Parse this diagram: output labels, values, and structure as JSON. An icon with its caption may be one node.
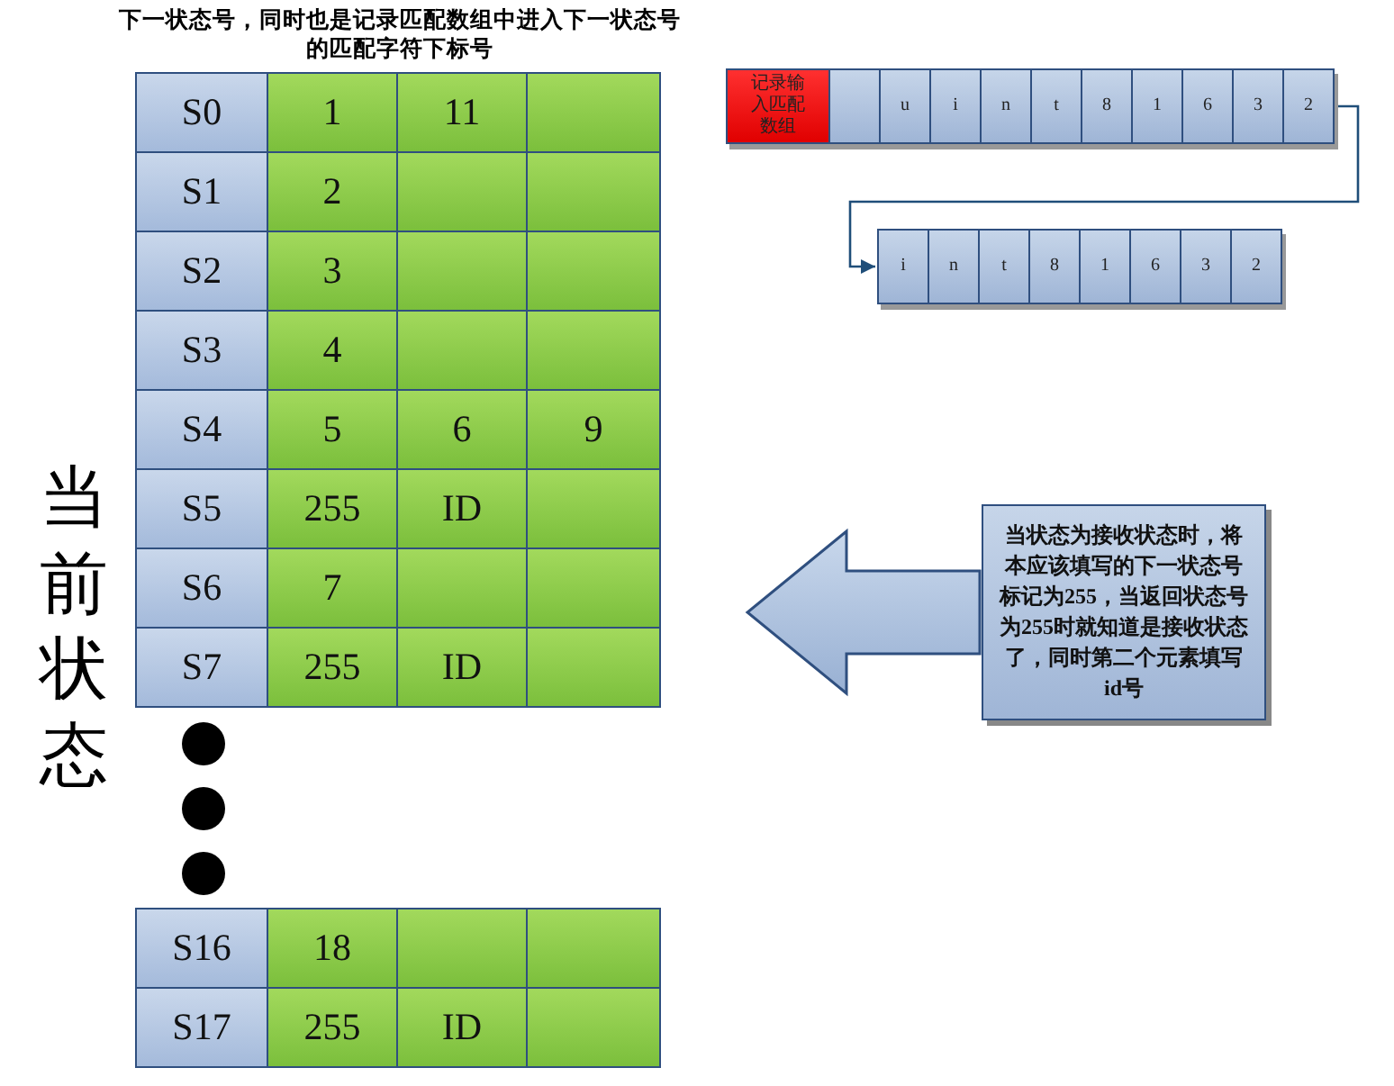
{
  "diagram": {
    "nodes": [
      {
        "text": [
          "记录输入匹配数组",
          "u",
          "i",
          "n",
          "t",
          "8",
          "1",
          "6",
          "3",
          "2"
        ]
      },
      {
        "text": [
          "i",
          "n",
          "t",
          "8",
          "1",
          "6",
          "3",
          "2"
        ]
      },
      {
        "text": [
          "当状态为接收状态时，将本应该填写的下一状态号标记为255，当返回状态号为255时就知道是接收状态了，同时第二个元素填写id号"
        ]
      }
    ],
    "edges": [
      {
        "from": 0,
        "to": 1,
        "arrow": "to"
      },
      {
        "from": 2,
        "to": null,
        "arrow": "to",
        "style": "thick"
      }
    ],
    "labels": [
      "下一状态号，同时也是记录匹配数组中进入下一状态号的匹配字符下标号",
      "S0",
      "1",
      "11",
      "S1",
      "2",
      "S2",
      "3",
      "S3",
      "4",
      "S4",
      "5",
      "6",
      "9",
      "S5",
      "255",
      "ID",
      "S6",
      "7",
      "S7",
      "255",
      "ID",
      "S16",
      "18",
      "S17",
      "255",
      "ID",
      "当前状态"
    ]
  }
}
